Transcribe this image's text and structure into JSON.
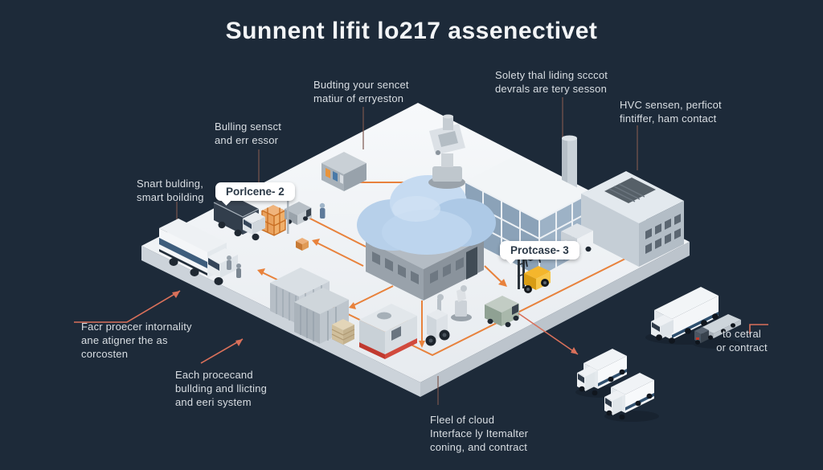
{
  "title": "Sunnent lifit lo217 assenectivet",
  "badges": {
    "process2": "Porlcene- 2",
    "process3": "Protcase- 3"
  },
  "labels": {
    "building_sensor_top": "Budting your sencet\nmatiur of erryeston",
    "safety_devices": "Solety thal liding scccot\ndevrals are tery sesson",
    "hvac_contact": "HVC sensen, perficot\nfintiffer, ham contact",
    "building_sensor_left": "Bulling sensct\nand err essor",
    "smart_building": "Snart bulding,\nsmart boilding",
    "factory_internality": "Facr proecer intornality\nane atigner the as\ncorcosten",
    "each_process": "Each procecand\nbullding and llicting\nand eeri system",
    "fleet_cloud": "Fleel of cloud\nInterface ly Itemalter\nconing, and contract",
    "to_central": "to cetral\nor contract"
  },
  "colors": {
    "background": "#1d2a39",
    "title_text": "#f3f5f7",
    "label_text": "#d9dee3",
    "platform_top": "#f0f3f6",
    "connector_orange": "#e8823c",
    "arrow_salmon": "#d9705a",
    "cloud_blue": "#bdd5ee",
    "forklift_yellow": "#f4b62c",
    "crate_orange": "#e8974a",
    "badge_background": "#ffffff",
    "badge_text": "#2b3947"
  }
}
